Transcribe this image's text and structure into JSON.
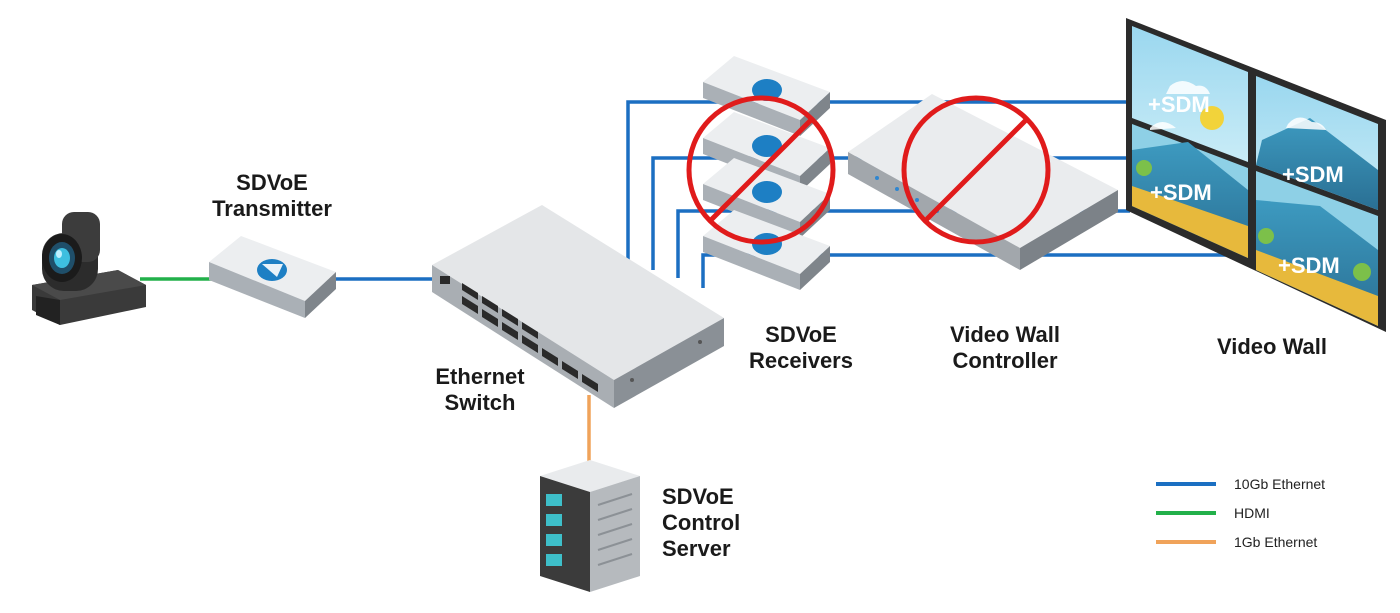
{
  "labels": {
    "transmitter": [
      "SDVoE",
      "Transmitter"
    ],
    "switch": [
      "Ethernet",
      "Switch"
    ],
    "receivers": [
      "SDVoE",
      "Receivers"
    ],
    "controller": [
      "Video Wall",
      "Controller"
    ],
    "video_wall": "Video Wall",
    "server": [
      "SDVoE",
      "Control",
      "Server"
    ]
  },
  "screens": {
    "overlay_text": "+SDM",
    "count": 4
  },
  "legend": [
    {
      "label": "10Gb Ethernet",
      "color": "#1b6fc2"
    },
    {
      "label": "HDMI",
      "color": "#22b04a"
    },
    {
      "label": "1Gb Ethernet",
      "color": "#f0a35a"
    }
  ],
  "colors": {
    "ten_gb": "#1b6fc2",
    "hdmi": "#22b04a",
    "one_gb": "#f0a35a",
    "prohibit": "#e01b1b",
    "device_top": "#eceef0",
    "device_side": "#9ea3a8",
    "dark": "#2b2b2b"
  }
}
